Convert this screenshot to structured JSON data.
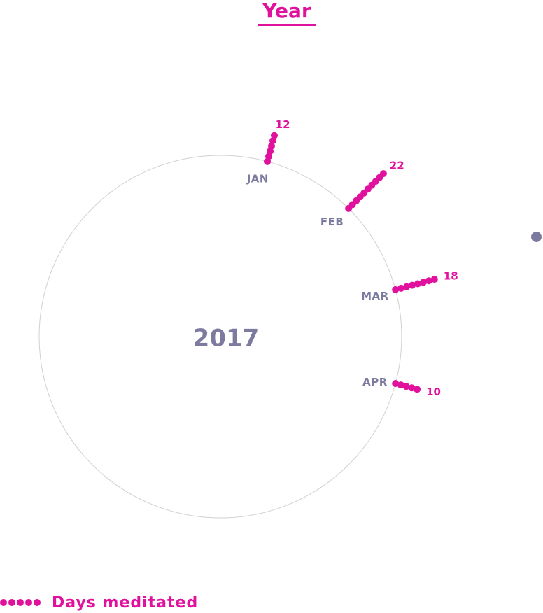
{
  "header": {
    "title": "Year"
  },
  "colors": {
    "accent": "#e0119d",
    "muted": "#7c7b9f",
    "circle": "#d0d0d0"
  },
  "legend": {
    "label": "Days meditated"
  },
  "chart_data": {
    "type": "radial-bar",
    "center_label": "2017",
    "categories": [
      "JAN",
      "FEB",
      "MAR",
      "APR"
    ],
    "values": [
      12,
      22,
      18,
      10
    ],
    "series": [
      {
        "name": "Days meditated",
        "values": [
          12,
          22,
          18,
          10
        ]
      }
    ],
    "grid": false,
    "legend_position": "bottom-left"
  }
}
